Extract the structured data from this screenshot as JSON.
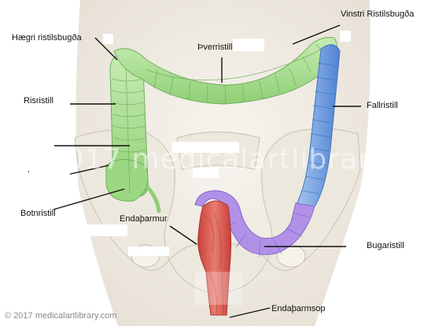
{
  "labels": {
    "vinstri": "Vinstri Ristilsbugða",
    "haegri": "Hægri ristilsbugða",
    "thver": "Þverristill",
    "ris": "Risristill",
    "fall": "Fallristill",
    "botn": "Botnristill",
    "endathar": "Endaþarmur",
    "bugar": "Bugaristill",
    "endasop": "Endaþarmsop"
  },
  "watermark": "© 2017 medicalartlibrary",
  "copyright": "© 2017 medicalartlibrary.com",
  "colors": {
    "ascending_transverse": "#a6dc8c",
    "descending": "#6f9fe0",
    "sigmoid": "#ad8ee6",
    "rectum": "#dc5b52",
    "bone": "#ebe6dc",
    "skin": "#f4f0ea"
  }
}
